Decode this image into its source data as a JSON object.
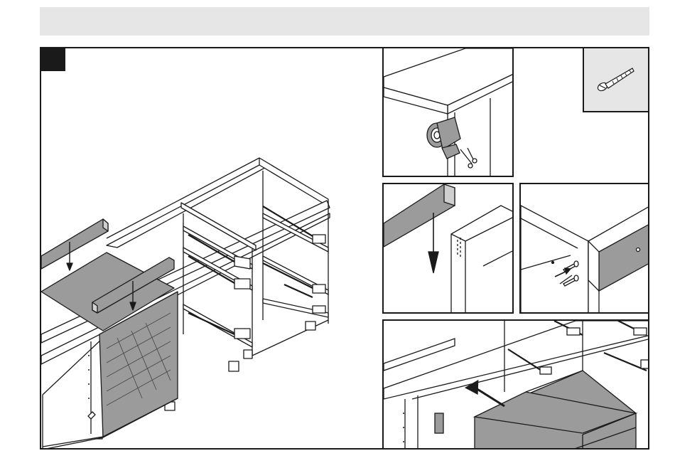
{
  "header": {
    "title": ""
  },
  "step": {
    "number": ""
  },
  "colors": {
    "line": "#1a1a1a",
    "panel_gray": "#9b9b9b",
    "header_bar": "#e6e6e6",
    "hardware_box": "#e6e6e6"
  },
  "panels": [
    {
      "name": "main-cabinet-assembly",
      "content": "cabinet-frame-with-drawer-runners-and-worktop-rails"
    },
    {
      "name": "detail-sealing-tape",
      "content": "tape-roll-and-scissors-icon"
    },
    {
      "name": "detail-screw-hardware",
      "content": "screw-icon"
    },
    {
      "name": "detail-rail-placement",
      "content": "rail-lowered-onto-side-panel"
    },
    {
      "name": "detail-rail-fixing",
      "content": "rail-screwed-to-panel"
    },
    {
      "name": "detail-drawer-insertion",
      "content": "drawer-pushed-into-cabinet"
    }
  ]
}
